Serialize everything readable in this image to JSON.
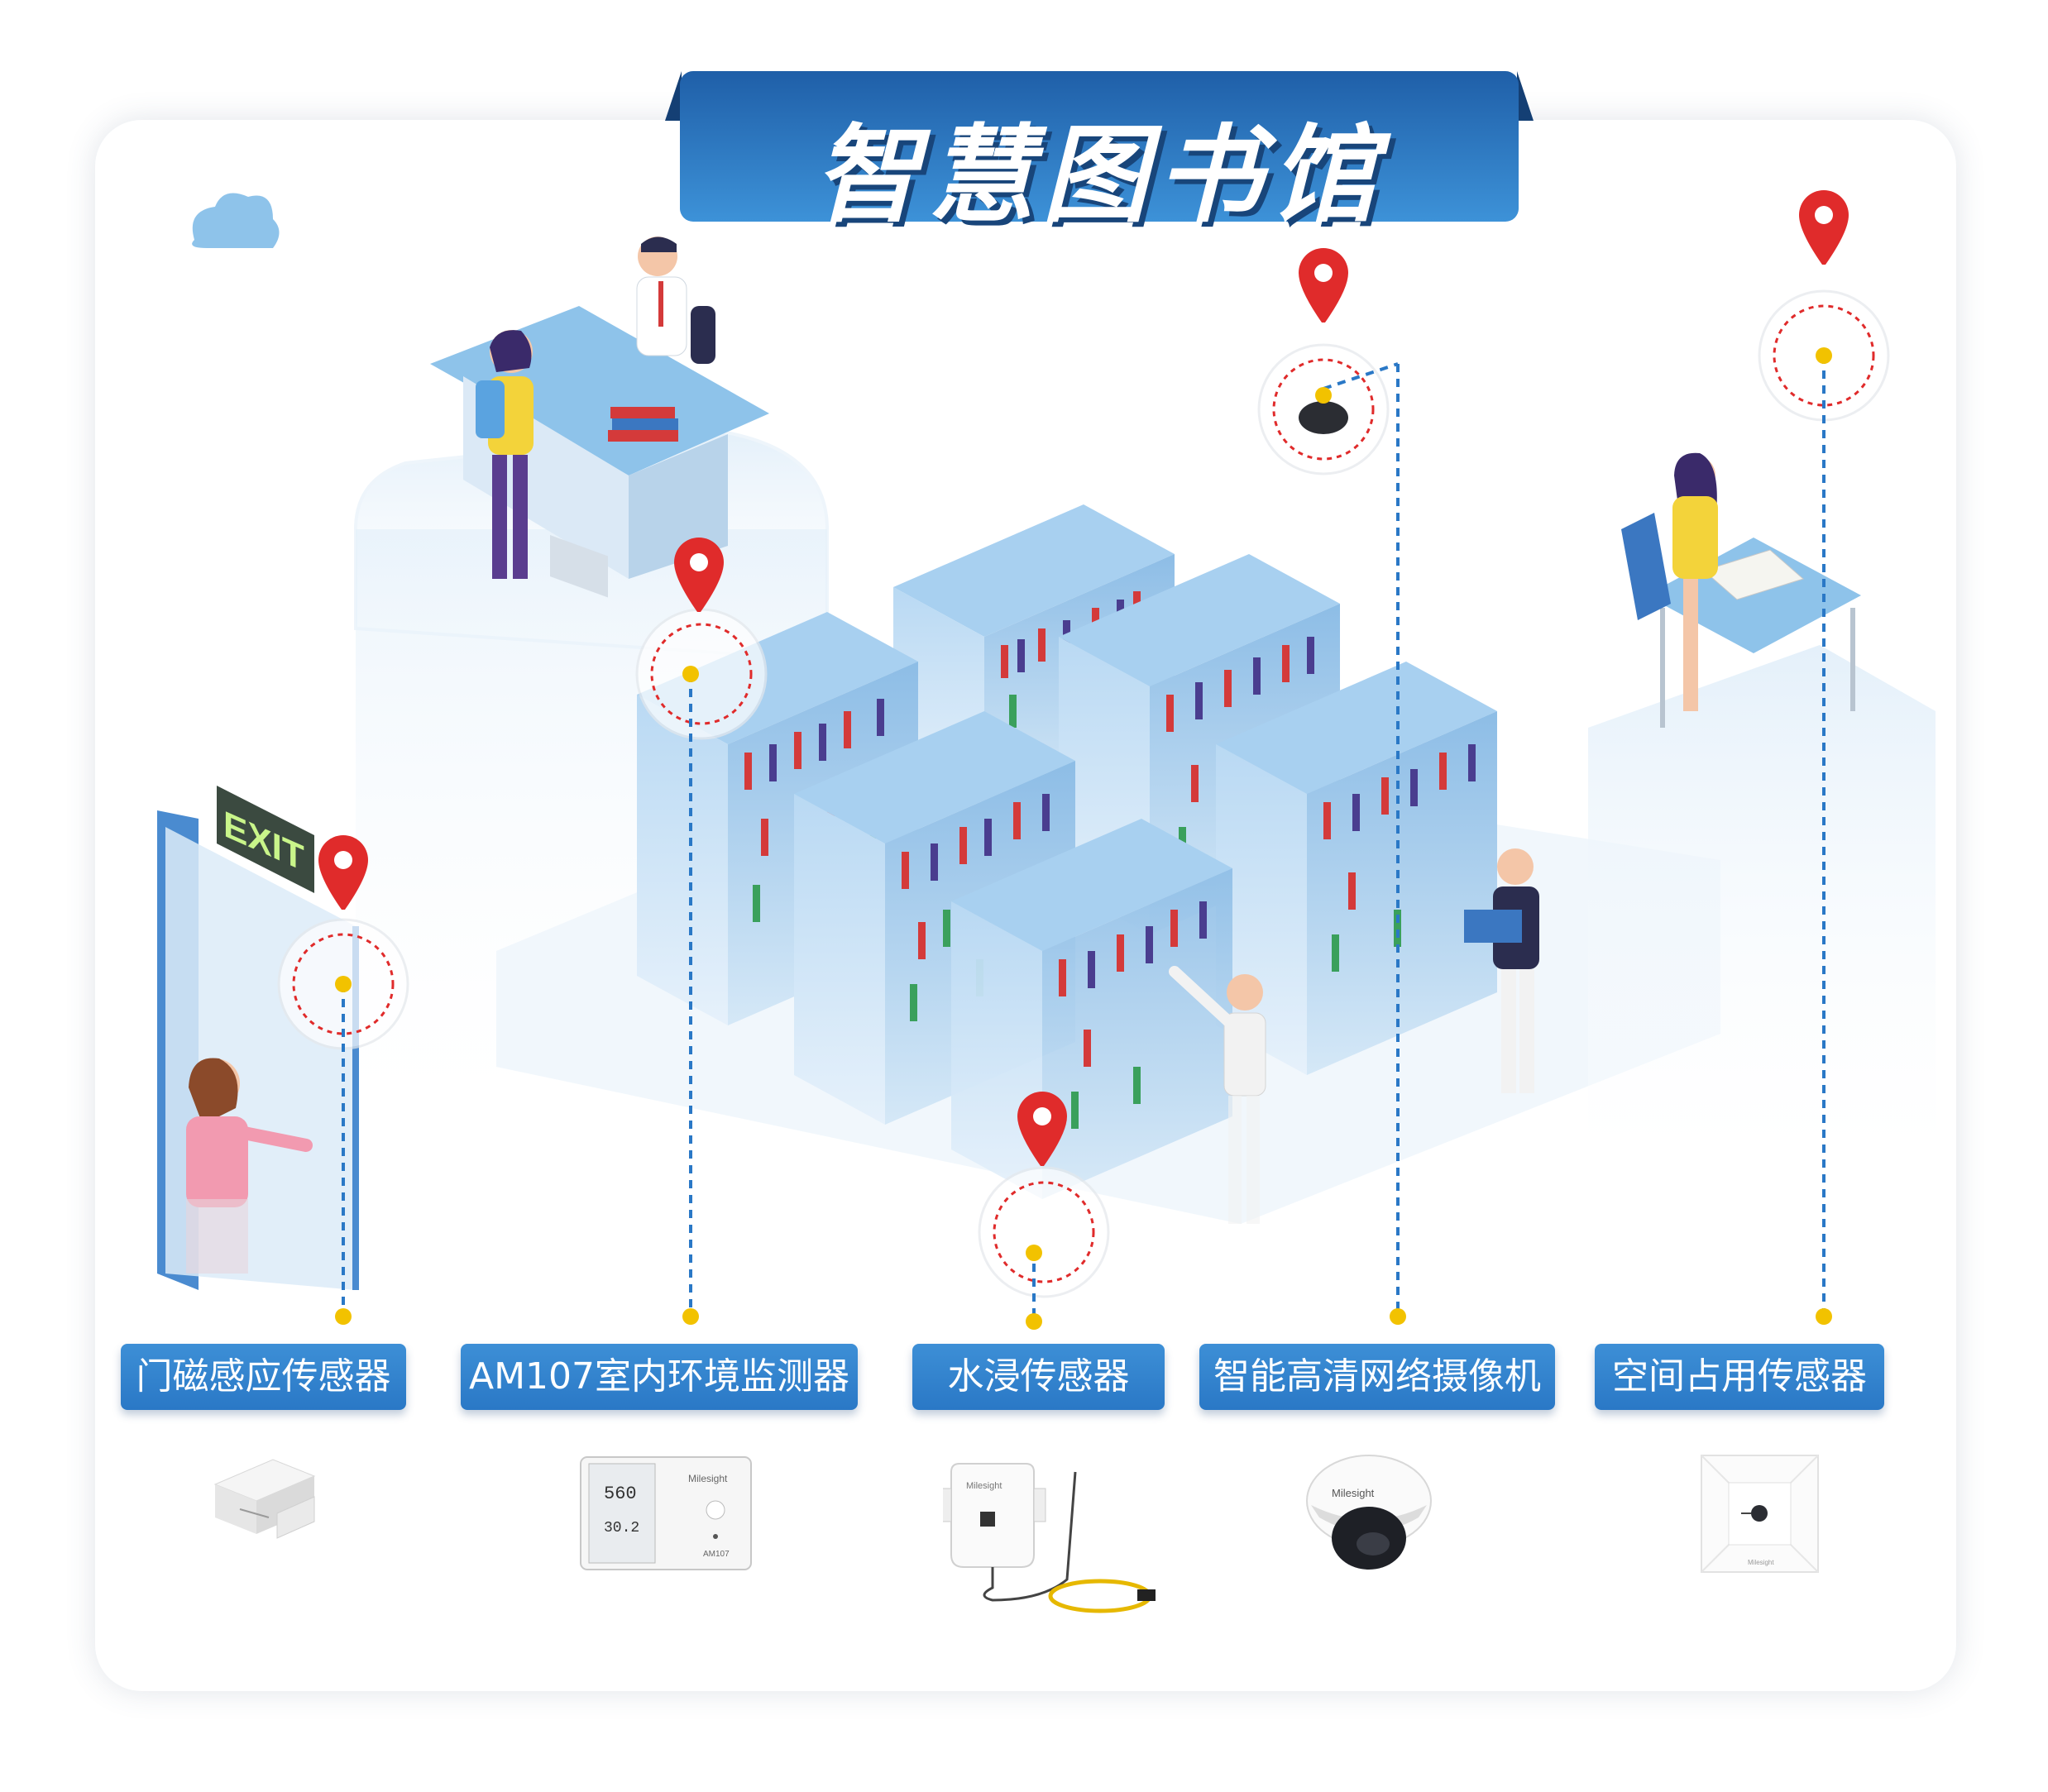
{
  "title": "智慧图书馆",
  "exit_sign": "EXIT",
  "sensors": [
    {
      "label": "门磁感应传感器"
    },
    {
      "label": "AM107室内环境监测器"
    },
    {
      "label": "水浸传感器"
    },
    {
      "label": "智能高清网络摄像机"
    },
    {
      "label": "空间占用传感器"
    }
  ],
  "products": {
    "am107_display_top": "560",
    "am107_display_mid": "30.2",
    "am107_model": "AM107",
    "brand": "Milesight"
  },
  "colors": {
    "accent_blue": "#2a78c6",
    "pin_red": "#e02b2b",
    "dot_yellow": "#f2c200",
    "shelf_blue": "#9cc8ec"
  }
}
